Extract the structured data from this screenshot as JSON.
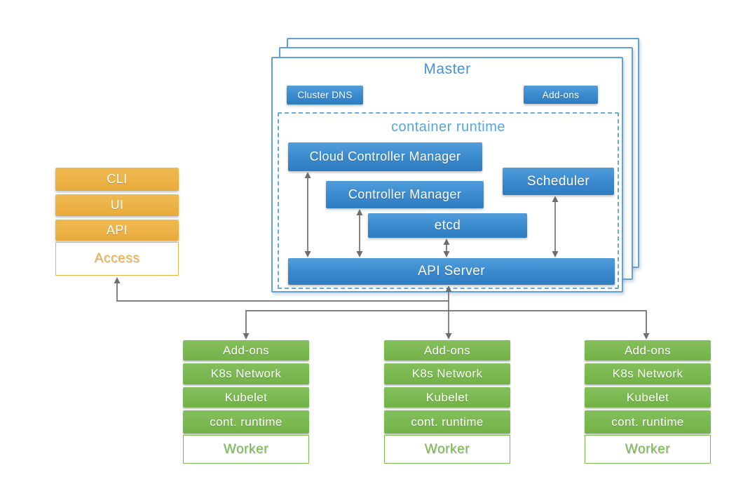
{
  "diagram": {
    "master": {
      "title": "Master",
      "cluster_dns": "Cluster DNS",
      "addons": "Add-ons",
      "runtime_title": "container runtime",
      "cloud_controller_manager": "Cloud Controller Manager",
      "controller_manager": "Controller Manager",
      "scheduler": "Scheduler",
      "etcd": "etcd",
      "api_server": "API Server"
    },
    "access": {
      "items": [
        "CLI",
        "UI",
        "API"
      ],
      "label": "Access"
    },
    "worker": {
      "rows": [
        "Add-ons",
        "K8s Network",
        "Kubelet",
        "cont. runtime"
      ],
      "label": "Worker"
    },
    "colors": {
      "blue": "#3d8cd0",
      "blue_border": "#62a0d8",
      "blue_title": "#4a90d8",
      "orange": "#ecb246",
      "green": "#7bb850",
      "arrow_gray": "#6e6e6e"
    }
  }
}
